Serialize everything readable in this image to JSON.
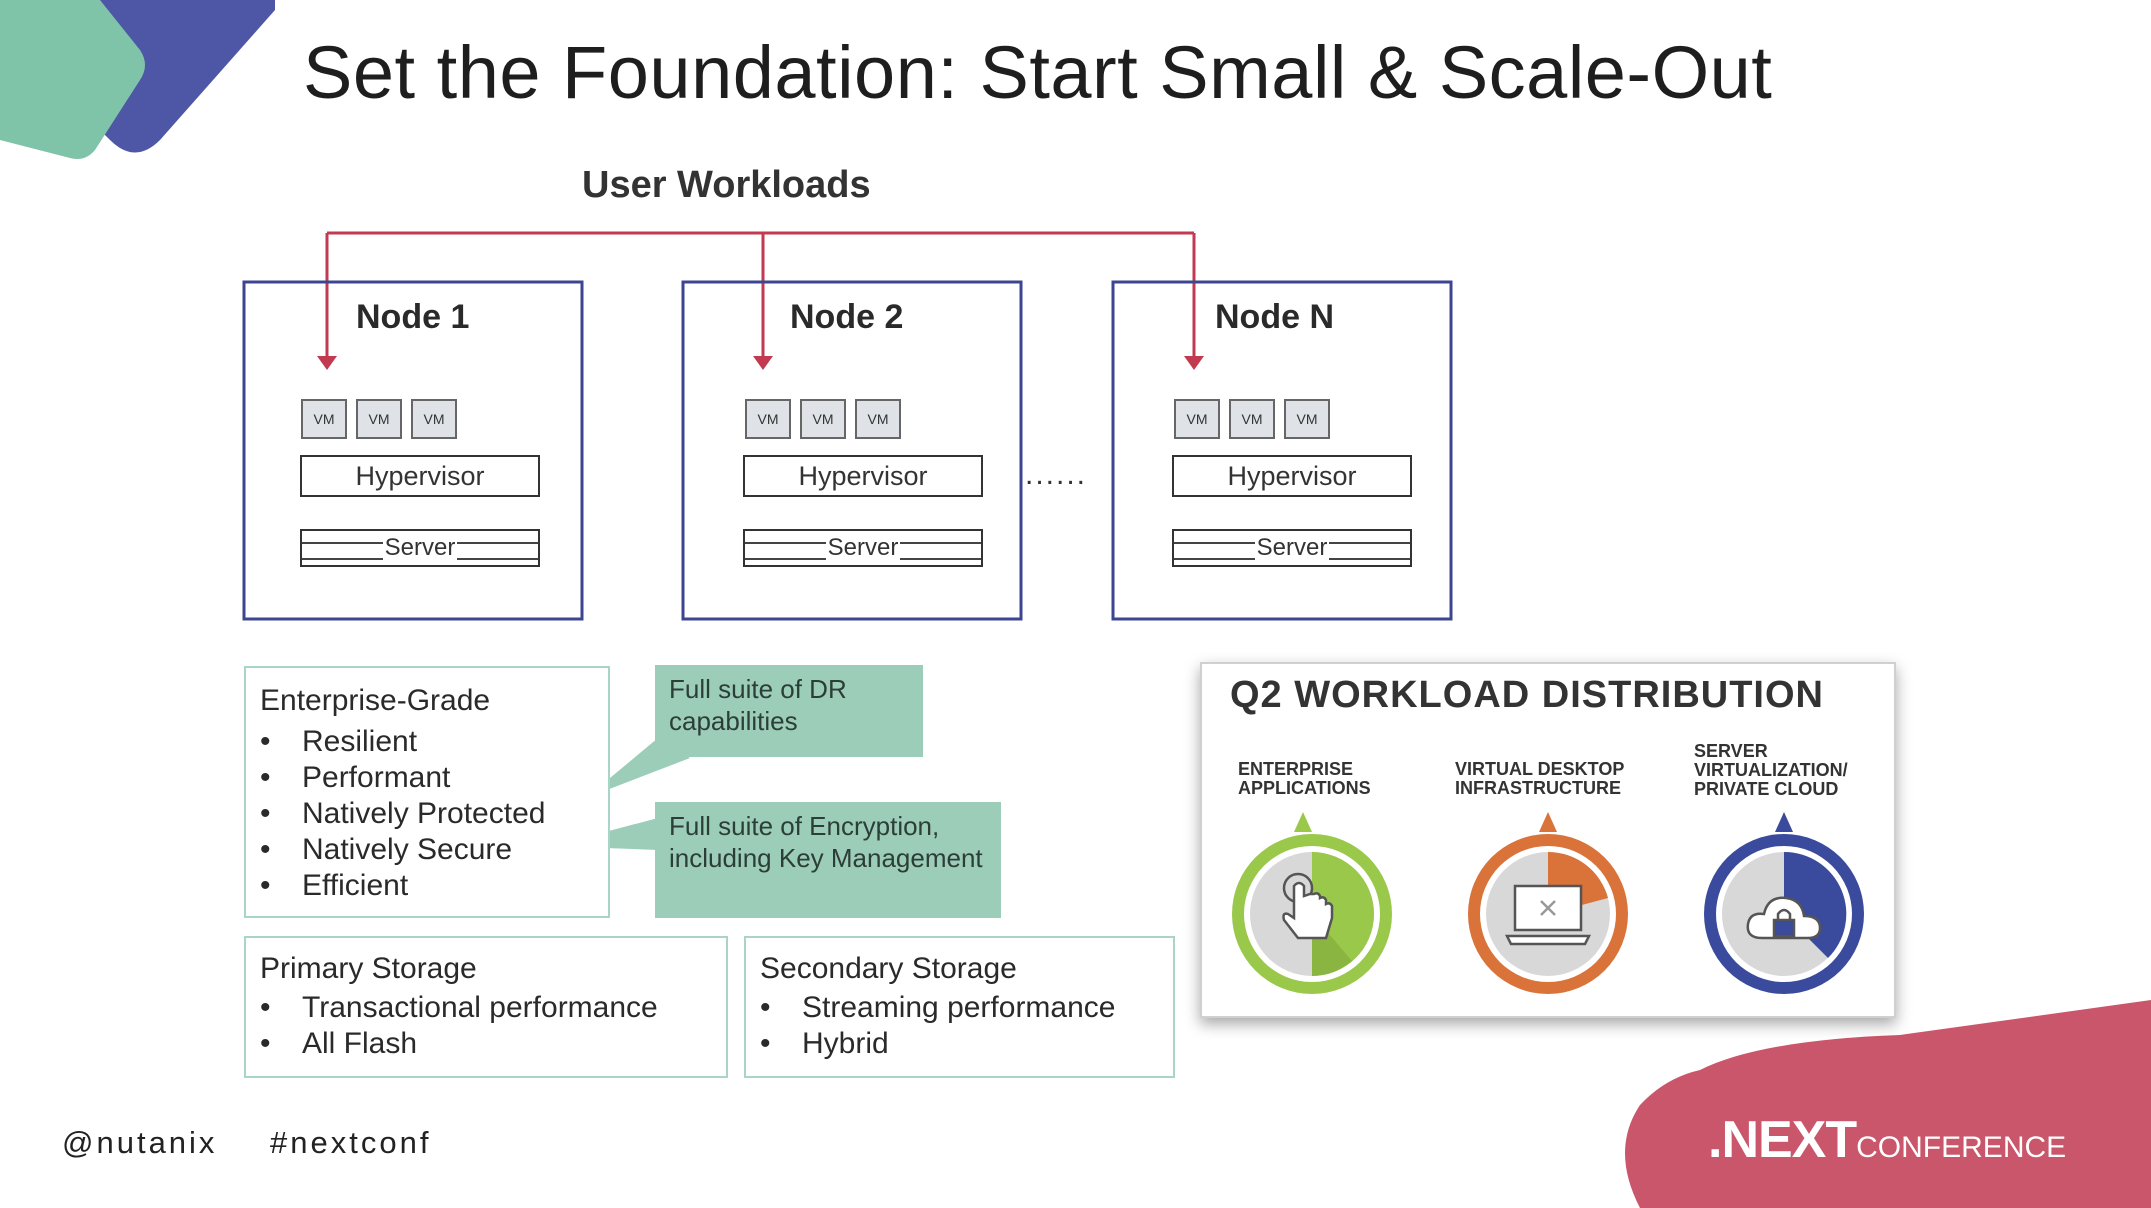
{
  "slide": {
    "title": "Set the Foundation: Start Small & Scale-Out"
  },
  "diagram": {
    "workloads_label": "User Workloads",
    "nodes": [
      {
        "title": "Node 1",
        "vm_label": "VM",
        "hypervisor": "Hypervisor",
        "server": "Server"
      },
      {
        "title": "Node 2",
        "vm_label": "VM",
        "hypervisor": "Hypervisor",
        "server": "Server"
      },
      {
        "title": "Node N",
        "vm_label": "VM",
        "hypervisor": "Hypervisor",
        "server": "Server"
      }
    ],
    "ellipsis": "......"
  },
  "enterprise": {
    "title": "Enterprise-Grade",
    "items": [
      "Resilient",
      "Performant",
      "Natively Protected",
      "Natively Secure",
      "Efficient"
    ]
  },
  "callouts": {
    "dr": "Full suite of DR capabilities",
    "encryption": "Full suite of Encryption, including Key Management"
  },
  "primary_storage": {
    "title": "Primary Storage",
    "items": [
      "Transactional performance",
      "All Flash"
    ]
  },
  "secondary_storage": {
    "title": "Secondary Storage",
    "items": [
      "Streaming performance",
      "Hybrid"
    ]
  },
  "q2_distribution": {
    "title": "Q2 WORKLOAD DISTRIBUTION",
    "items": [
      {
        "label": "ENTERPRISE\nAPPLICATIONS",
        "color": "#9ac84a",
        "icon": "hand-pointer-icon"
      },
      {
        "label": "VIRTUAL DESKTOP\nINFRASTRUCTURE",
        "color": "#d9733a",
        "icon": "laptop-icon"
      },
      {
        "label": "SERVER\nVIRTUALIZATION/\nPRIVATE CLOUD",
        "color": "#3a4a9c",
        "icon": "cloud-lock-icon"
      }
    ]
  },
  "footer": {
    "twitter": "@nutanix",
    "hashtag": "#nextconf",
    "brand": ".NEXT",
    "brand_suffix": "CONFERENCE"
  },
  "colors": {
    "teal": "#7fc3a8",
    "indigo": "#4e56a6",
    "arrow_red": "#c23a50",
    "node_border": "#3c4593",
    "brand_red": "#c9566a"
  }
}
